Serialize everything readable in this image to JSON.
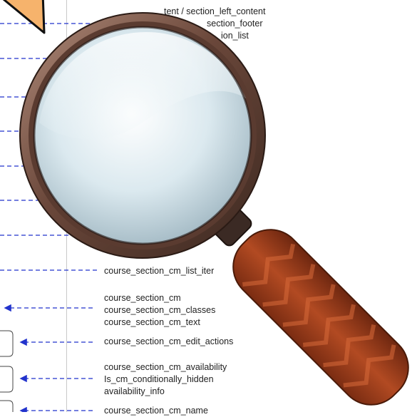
{
  "labels": {
    "top": [
      "tent / section_left_content",
      "section_footer",
      "ion_list"
    ],
    "list_item": "course_section_cm_list_iter",
    "cm_group": [
      "course_section_cm",
      "course_section_cm_classes",
      "course_section_cm_text"
    ],
    "edit_actions": "course_section_cm_edit_actions",
    "availability_group": [
      "course_section_cm_availability",
      "Is_cm_conditionally_hidden",
      "availability_info"
    ],
    "name": "course_section_cm_name"
  },
  "colors": {
    "arrow": "#2233cc",
    "divider": "#c8c8c8",
    "text": "#222222",
    "pointer_fill": "#f6b36c",
    "magnifier_rim": "#6e4a3a",
    "handle": "#a8431f"
  }
}
